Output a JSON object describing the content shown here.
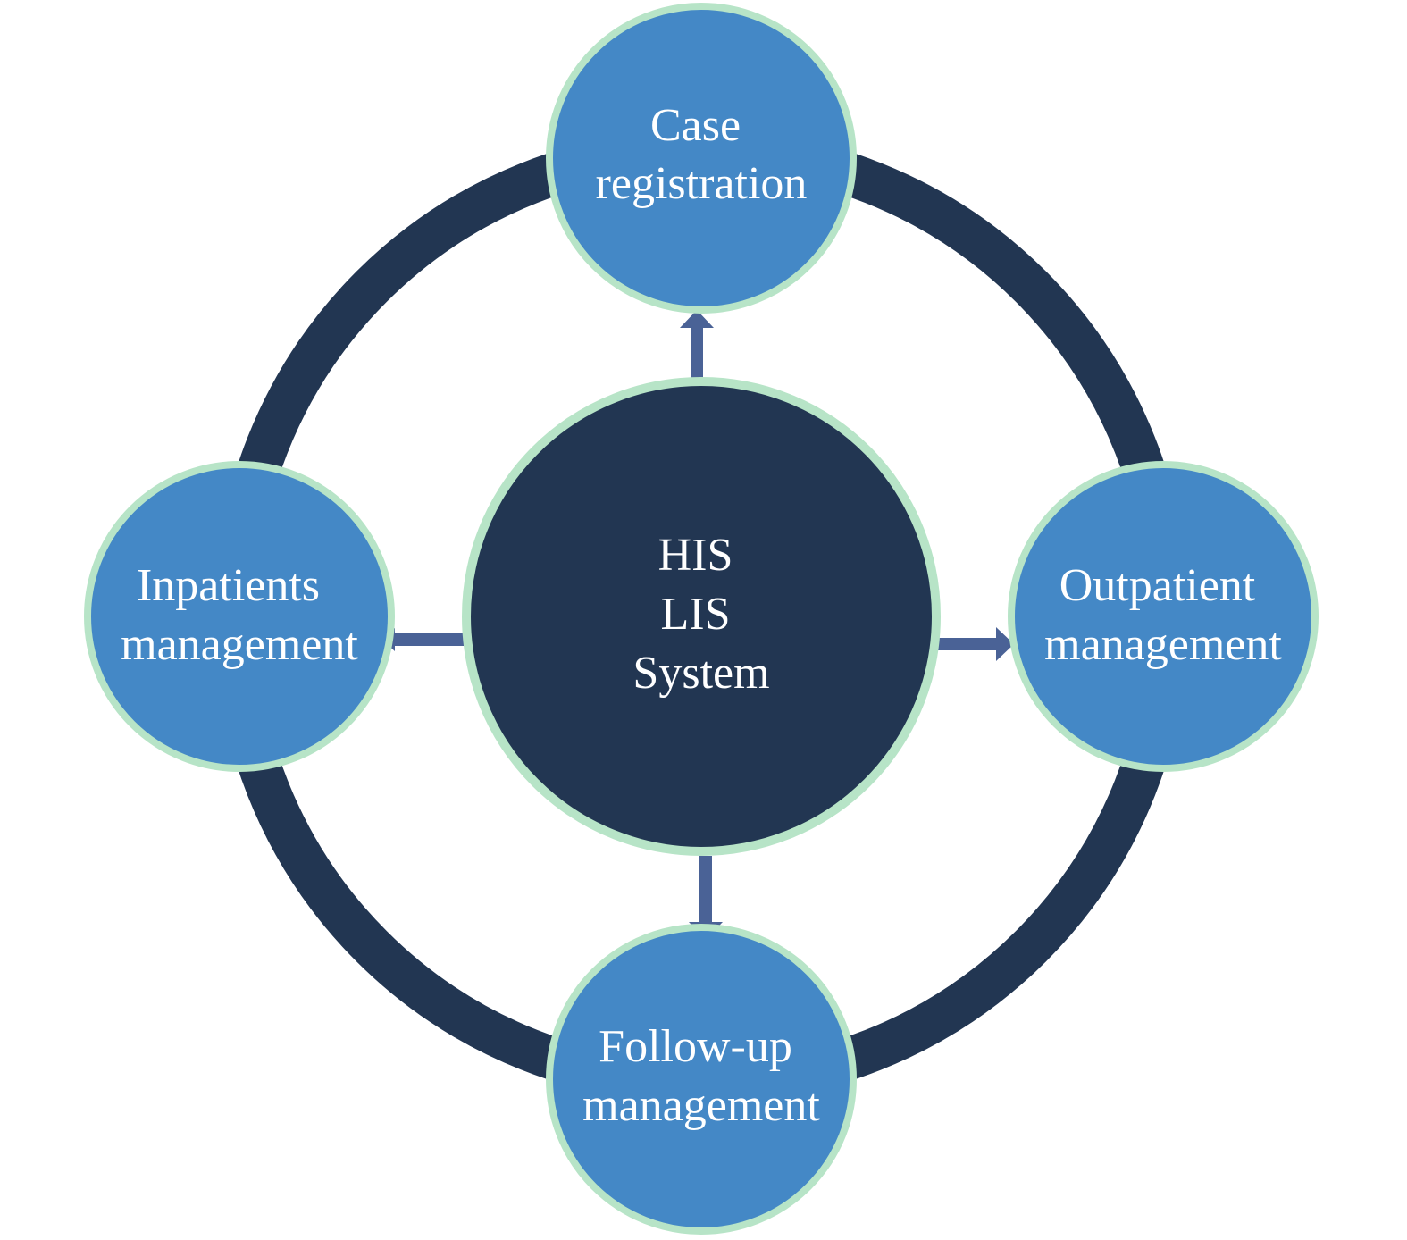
{
  "colors": {
    "ring": "#223652",
    "center_fill": "#223652",
    "node_fill": "#4488C6",
    "node_border": "#B7E4C7",
    "arrow": "#4A6296",
    "text": "#FFFFFF"
  },
  "center": {
    "lines": [
      "HIS",
      "LIS",
      "System"
    ]
  },
  "nodes": {
    "top": {
      "lines": [
        "Case",
        "registration"
      ]
    },
    "right": {
      "lines": [
        "Outpatient",
        "management"
      ]
    },
    "bottom": {
      "lines": [
        "Follow-up",
        "management"
      ]
    },
    "left": {
      "lines": [
        "Inpatients",
        "management"
      ]
    }
  },
  "connections": [
    {
      "from": "center",
      "to": "top"
    },
    {
      "from": "center",
      "to": "right"
    },
    {
      "from": "center",
      "to": "bottom"
    },
    {
      "from": "center",
      "to": "left"
    }
  ]
}
